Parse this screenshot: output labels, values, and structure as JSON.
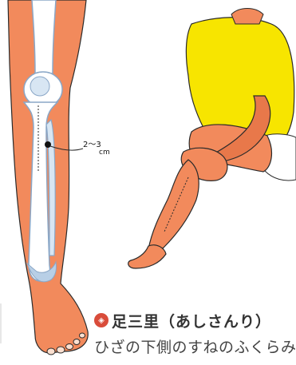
{
  "acupoint": {
    "badge": "◈",
    "title": "足三里（あしさんり）",
    "description": "ひざの下側のすねのふくらみ"
  },
  "measurement": {
    "number": "2～3",
    "unit": "cm"
  },
  "colors": {
    "skin": "#f28a5c",
    "skin_shadow": "#e06a3c",
    "bone_fill": "#ffffff",
    "bone_shade": "#b8cfe6",
    "shirt": "#f7e500",
    "outline": "#2a2a2a"
  }
}
